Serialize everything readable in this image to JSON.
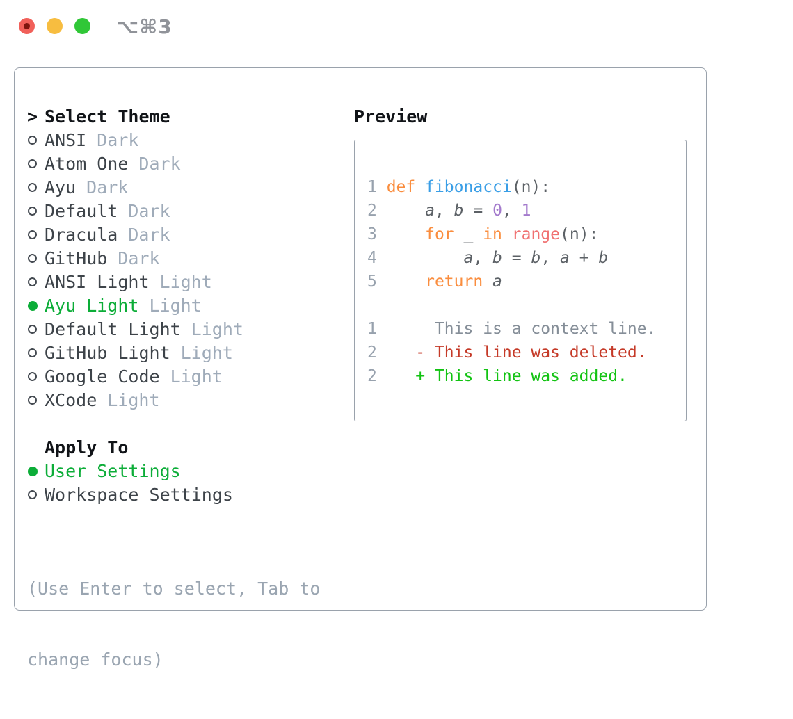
{
  "window": {
    "title": "⌥⌘3"
  },
  "sidebar": {
    "header_prefix": ">",
    "header": "Select Theme",
    "themes": [
      {
        "name": "ANSI",
        "tag": "Dark",
        "selected": false
      },
      {
        "name": "Atom One",
        "tag": "Dark",
        "selected": false
      },
      {
        "name": "Ayu",
        "tag": "Dark",
        "selected": false
      },
      {
        "name": "Default",
        "tag": "Dark",
        "selected": false
      },
      {
        "name": "Dracula",
        "tag": "Dark",
        "selected": false
      },
      {
        "name": "GitHub",
        "tag": "Dark",
        "selected": false
      },
      {
        "name": "ANSI Light",
        "tag": "Light",
        "selected": false
      },
      {
        "name": "Ayu Light",
        "tag": "Light",
        "selected": true
      },
      {
        "name": "Default Light",
        "tag": "Light",
        "selected": false
      },
      {
        "name": "GitHub Light",
        "tag": "Light",
        "selected": false
      },
      {
        "name": "Google Code",
        "tag": "Light",
        "selected": false
      },
      {
        "name": "XCode",
        "tag": "Light",
        "selected": false
      }
    ],
    "apply_header": "Apply To",
    "apply_options": [
      {
        "label": "User Settings",
        "selected": true
      },
      {
        "label": "Workspace Settings",
        "selected": false
      }
    ],
    "hint_lines": [
      "(Use Enter to select, Tab to",
      "change focus)"
    ]
  },
  "preview": {
    "header": "Preview",
    "lines": [
      [
        {
          "t": "1 ",
          "c": "ln"
        },
        {
          "t": "def",
          "c": "kw"
        },
        {
          "t": " ",
          "c": "fg"
        },
        {
          "t": "fibonacci",
          "c": "fn"
        },
        {
          "t": "(n):",
          "c": "fg"
        }
      ],
      [
        {
          "t": "2 ",
          "c": "ln"
        },
        {
          "t": "    ",
          "c": "fg"
        },
        {
          "t": "a",
          "c": "var"
        },
        {
          "t": ", ",
          "c": "fg"
        },
        {
          "t": "b",
          "c": "var"
        },
        {
          "t": " = ",
          "c": "fg"
        },
        {
          "t": "0",
          "c": "num"
        },
        {
          "t": ", ",
          "c": "fg"
        },
        {
          "t": "1",
          "c": "num"
        }
      ],
      [
        {
          "t": "3 ",
          "c": "ln"
        },
        {
          "t": "    ",
          "c": "fg"
        },
        {
          "t": "for",
          "c": "kw"
        },
        {
          "t": " _ ",
          "c": "fg"
        },
        {
          "t": "in",
          "c": "kw"
        },
        {
          "t": " ",
          "c": "fg"
        },
        {
          "t": "range",
          "c": "bi"
        },
        {
          "t": "(n):",
          "c": "fg"
        }
      ],
      [
        {
          "t": "4 ",
          "c": "ln"
        },
        {
          "t": "        ",
          "c": "fg"
        },
        {
          "t": "a",
          "c": "var"
        },
        {
          "t": ", ",
          "c": "fg"
        },
        {
          "t": "b",
          "c": "var"
        },
        {
          "t": " = ",
          "c": "fg"
        },
        {
          "t": "b",
          "c": "var"
        },
        {
          "t": ", ",
          "c": "fg"
        },
        {
          "t": "a",
          "c": "var"
        },
        {
          "t": " + ",
          "c": "fg"
        },
        {
          "t": "b",
          "c": "var"
        }
      ],
      [
        {
          "t": "5 ",
          "c": "ln"
        },
        {
          "t": "    ",
          "c": "fg"
        },
        {
          "t": "return",
          "c": "kw"
        },
        {
          "t": " ",
          "c": "fg"
        },
        {
          "t": "a",
          "c": "var"
        }
      ],
      [],
      [
        {
          "t": "1",
          "c": "ln"
        },
        {
          "t": "      ",
          "c": "fg"
        },
        {
          "t": "This is a context line.",
          "c": "ctx"
        }
      ],
      [
        {
          "t": "2",
          "c": "ln"
        },
        {
          "t": "    ",
          "c": "fg"
        },
        {
          "t": "- This line was deleted.",
          "c": "del"
        }
      ],
      [
        {
          "t": "2",
          "c": "ln"
        },
        {
          "t": "    ",
          "c": "fg"
        },
        {
          "t": "+ This line was added.",
          "c": "add"
        }
      ]
    ]
  },
  "colors": {
    "accent_green": "#0cad38",
    "added_green": "#12c312",
    "deleted_red": "#c53a28",
    "context_gray": "#858e98",
    "line_number_gray": "#97a1ad",
    "tag_gray": "#9fabb9",
    "hint_gray": "#9aa5b1",
    "item_text": "#3d4349",
    "header_text": "#111418",
    "code_fg": "#5c6166",
    "keyword_orange": "#fa8d3e",
    "function_blue": "#399ee6",
    "number_purple": "#a37acc",
    "builtin_coral": "#f07171",
    "panel_border": "#9aa2ac",
    "preview_border": "#9aa2ac",
    "traffic_red": "#f1605a",
    "traffic_red_dot": "#7e150e",
    "traffic_yellow": "#f7bd40",
    "traffic_green": "#30c737",
    "title_gray": "#909399"
  }
}
